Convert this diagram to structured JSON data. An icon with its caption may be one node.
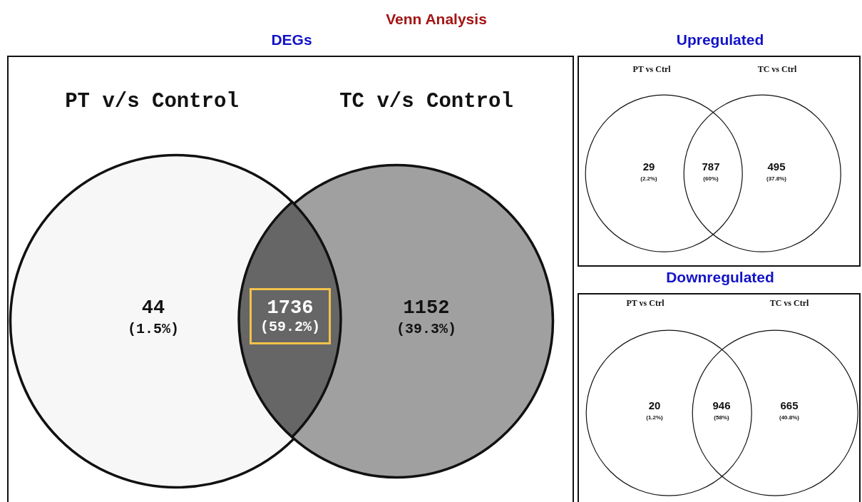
{
  "diagram": {
    "title": "Venn Analysis",
    "nodes": [
      {
        "text": [
          "DEGs"
        ]
      },
      {
        "text": [],
        "shape": "circle",
        "in": 0
      },
      {
        "text": [],
        "shape": "circle",
        "in": 0
      },
      {
        "text": [
          "1736",
          "(59.2%)"
        ]
      },
      {
        "text": [
          "Upregulated"
        ]
      },
      {
        "text": [],
        "shape": "circle",
        "in": 4
      },
      {
        "text": [],
        "shape": "circle",
        "in": 4
      },
      {
        "text": [
          "Downregulated"
        ]
      },
      {
        "text": [],
        "shape": "circle",
        "in": 7
      },
      {
        "text": [],
        "shape": "circle",
        "in": 7
      }
    ],
    "edges": [],
    "labels": [
      "PT v/s Control",
      "TC v/s Control",
      "44",
      "(1.5%)",
      "1152",
      "(39.3%)",
      "PT vs Ctrl",
      "TC vs Ctrl",
      "29",
      "(2.2%)",
      "787",
      "(60%)",
      "495",
      "(37.8%)",
      "PT vs Ctrl",
      "TC vs Ctrl",
      "20",
      "(1.2%)",
      "946",
      "(58%)",
      "665",
      "(40.8%)"
    ]
  }
}
